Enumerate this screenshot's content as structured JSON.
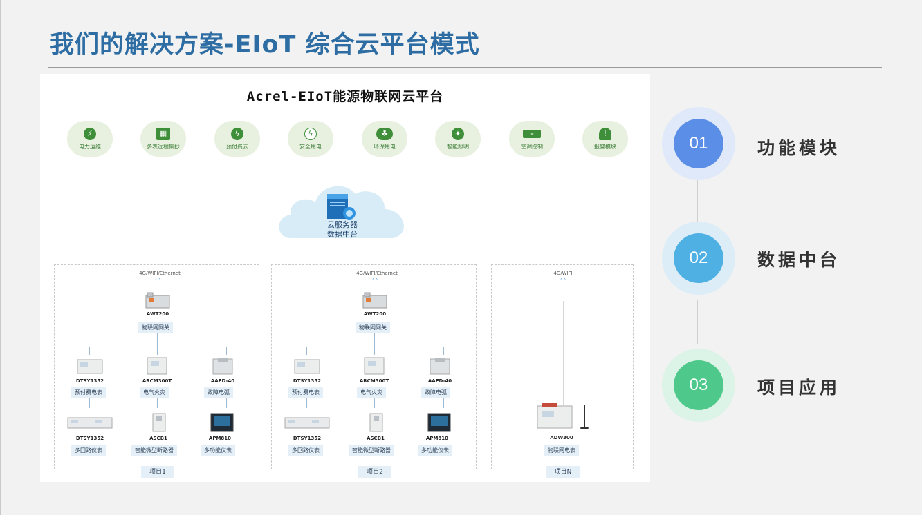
{
  "title": "我们的解决方案-EIoT 综合云平台模式",
  "platform_title": "Acrel-EIoT能源物联网云平台",
  "modules": [
    {
      "label": "电力运维",
      "icon": "plug-icon"
    },
    {
      "label": "多表远程集抄",
      "icon": "meter-icon"
    },
    {
      "label": "预付费云",
      "icon": "bolt-icon"
    },
    {
      "label": "安全用电",
      "icon": "shield-icon"
    },
    {
      "label": "环保用电",
      "icon": "cloud-leaf-icon"
    },
    {
      "label": "智能照明",
      "icon": "bulb-icon"
    },
    {
      "label": "空调控制",
      "icon": "aircon-icon"
    },
    {
      "label": "报警模块",
      "icon": "siren-icon"
    }
  ],
  "cloud": {
    "line1": "云服务器",
    "line2": "数据中台"
  },
  "projects": [
    {
      "network": "4G/WIFI/Ethernet",
      "gateway_model": "AWT200",
      "gateway_tag": "物联网网关",
      "devices_row1": [
        {
          "model": "DTSY1352",
          "tag": "预付费电表"
        },
        {
          "model": "ARCM300T",
          "tag": "电气火灾"
        },
        {
          "model": "AAFD-40",
          "tag": "故障电弧"
        }
      ],
      "devices_row2": [
        {
          "model": "DTSY1352",
          "tag": "多回路仪表"
        },
        {
          "model": "ASCB1",
          "tag": "智能微型断路器"
        },
        {
          "model": "APM810",
          "tag": "多功能仪表"
        }
      ],
      "label": "项目1"
    },
    {
      "network": "4G/WIFI/Ethernet",
      "gateway_model": "AWT200",
      "gateway_tag": "物联网网关",
      "devices_row1": [
        {
          "model": "DTSY1352",
          "tag": "预付费电表"
        },
        {
          "model": "ARCM300T",
          "tag": "电气火灾"
        },
        {
          "model": "AAFD-40",
          "tag": "故障电弧"
        }
      ],
      "devices_row2": [
        {
          "model": "DTSY1352",
          "tag": "多回路仪表"
        },
        {
          "model": "ASCB1",
          "tag": "智能微型断路器"
        },
        {
          "model": "APM810",
          "tag": "多功能仪表"
        }
      ],
      "label": "项目2"
    },
    {
      "network": "4G/WIFI",
      "meter_model": "ADW300",
      "meter_tag": "物联网电表",
      "label": "项目N"
    }
  ],
  "steps": [
    {
      "num": "01",
      "label": "功能模块",
      "color": "#5b8ee6",
      "ring": "#dfe9f9"
    },
    {
      "num": "02",
      "label": "数据中台",
      "color": "#4fb0e3",
      "ring": "#dcedf8"
    },
    {
      "num": "03",
      "label": "项目应用",
      "color": "#4ec98b",
      "ring": "#dcf3e7"
    }
  ]
}
